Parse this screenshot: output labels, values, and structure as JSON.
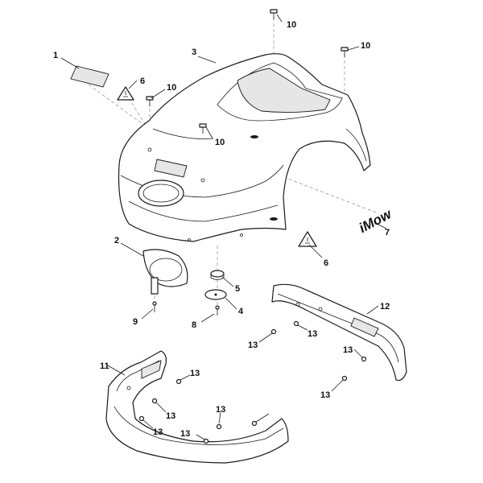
{
  "callouts": {
    "c1": "1",
    "c2": "2",
    "c3": "3",
    "c4": "4",
    "c5": "5",
    "c6a": "6",
    "c6b": "6",
    "c7": "7",
    "c8": "8",
    "c9": "9",
    "c10a": "10",
    "c10b": "10",
    "c10c": "10",
    "c10d": "10",
    "c11": "11",
    "c12": "12",
    "c13a": "13",
    "c13b": "13",
    "c13c": "13",
    "c13d": "13",
    "c13e": "13",
    "c13f": "13",
    "c13g": "13",
    "c13h": "13",
    "c13i": "13"
  },
  "decal_brand": "iMow"
}
